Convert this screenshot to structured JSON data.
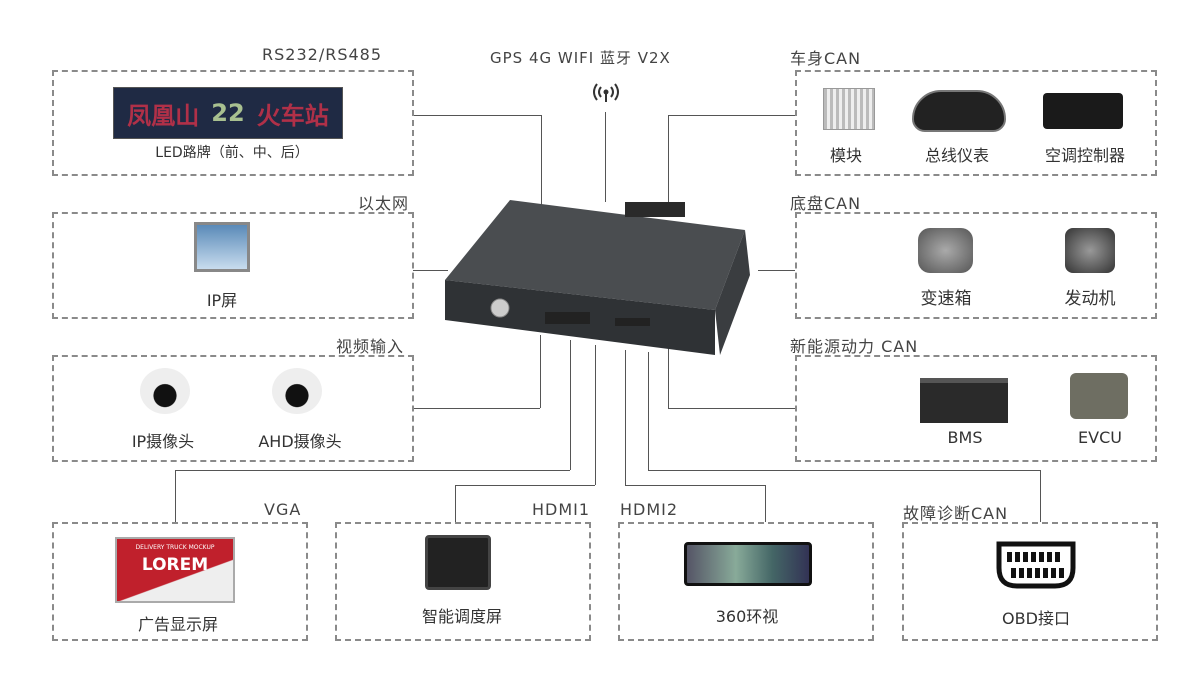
{
  "top_label": "GPS  4G  WIFI  蓝牙  V2X",
  "groups": {
    "rs": {
      "title": "RS232/RS485",
      "led_text_a": "凤凰山",
      "led_num": "22",
      "led_text_b": "火车站",
      "item": "LED路牌（前、中、后）"
    },
    "eth": {
      "title": "以太网",
      "item": "IP屏"
    },
    "video": {
      "title": "视频输入",
      "items": [
        "IP摄像头",
        "AHD摄像头"
      ]
    },
    "body": {
      "title": "车身CAN",
      "items": [
        "模块",
        "总线仪表",
        "空调控制器"
      ]
    },
    "chassis": {
      "title": "底盘CAN",
      "items": [
        "变速箱",
        "发动机"
      ]
    },
    "ev": {
      "title": "新能源动力  CAN",
      "items": [
        "BMS",
        "EVCU"
      ]
    },
    "vga": {
      "title": "VGA",
      "item": "广告显示屏",
      "ad_top": "DELIVERY TRUCK MOCKUP",
      "ad_logo": "LOREM"
    },
    "hdmi1": {
      "title": "HDMI1",
      "item": "智能调度屏"
    },
    "hdmi2": {
      "title": "HDMI2",
      "item": "360环视"
    },
    "obd": {
      "title": "故障诊断CAN",
      "item": "OBD接口"
    }
  },
  "colors": {
    "border": "#8a8a8a",
    "line": "#555555",
    "device": "#3a3d40"
  }
}
